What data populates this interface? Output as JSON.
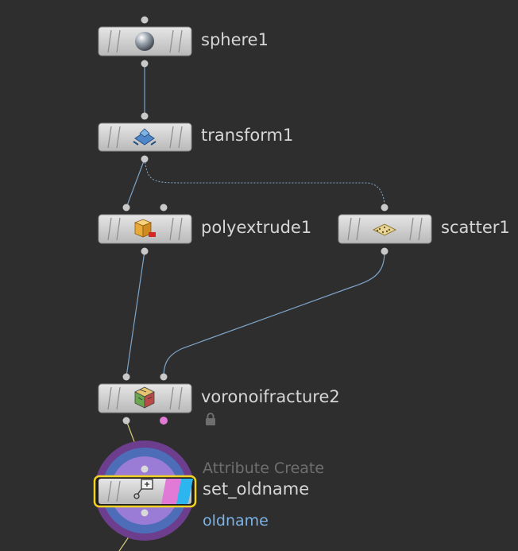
{
  "network": {
    "nodes": {
      "sphere": {
        "name": "sphere1",
        "icon": "sphere-icon"
      },
      "transform": {
        "name": "transform1",
        "icon": "transform-icon"
      },
      "polyextrude": {
        "name": "polyextrude1",
        "icon": "polyextrude-icon"
      },
      "scatter": {
        "name": "scatter1",
        "icon": "scatter-icon"
      },
      "voronoi": {
        "name": "voronoifracture2",
        "icon": "voronoi-fracture-icon",
        "status_icon": "lock-icon"
      },
      "attribcreate": {
        "type_label": "Attribute Create",
        "name": "set_oldname",
        "param": "oldname",
        "icon": "attribute-create-icon"
      }
    }
  },
  "colors": {
    "background": "#2e2e2e",
    "wire": "#7ea4c8",
    "selected_wire": "#d8cc7a",
    "selected_outline": "#f2d321",
    "display_flag": "#2cb5ee",
    "render_flag": "#e07ad6",
    "ring_outer": "#6d3e8e",
    "ring_mid": "#4e6db8",
    "ring_inner": "#9a7cd6"
  }
}
